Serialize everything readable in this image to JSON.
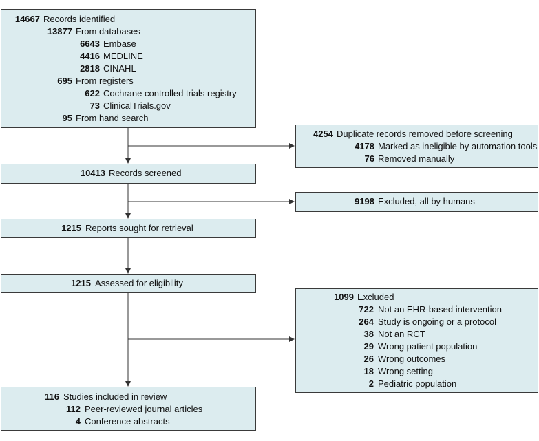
{
  "identified": {
    "rows": [
      {
        "num": "14667",
        "label": "Records identified"
      },
      {
        "num": "13877",
        "label": "From databases"
      },
      {
        "num": "6643",
        "label": "Embase"
      },
      {
        "num": "4416",
        "label": "MEDLINE"
      },
      {
        "num": "2818",
        "label": "CINAHL"
      },
      {
        "num": "695",
        "label": "From registers"
      },
      {
        "num": "622",
        "label": "Cochrane controlled trials registry"
      },
      {
        "num": "73",
        "label": "ClinicalTrials.gov"
      },
      {
        "num": "95",
        "label": "From hand search"
      }
    ]
  },
  "removed": {
    "rows": [
      {
        "num": "4254",
        "label": "Duplicate records removed before screening"
      },
      {
        "num": "4178",
        "label": "Marked as ineligible by automation tools"
      },
      {
        "num": "76",
        "label": "Removed manually"
      }
    ]
  },
  "screened": {
    "rows": [
      {
        "num": "10413",
        "label": "Records screened"
      }
    ]
  },
  "excluded_screening": {
    "rows": [
      {
        "num": "9198",
        "label": "Excluded, all by humans"
      }
    ]
  },
  "retrieval": {
    "rows": [
      {
        "num": "1215",
        "label": "Reports sought for retrieval"
      }
    ]
  },
  "eligibility": {
    "rows": [
      {
        "num": "1215",
        "label": "Assessed for eligibility"
      }
    ]
  },
  "excluded_eligibility": {
    "rows": [
      {
        "num": "1099",
        "label": "Excluded"
      },
      {
        "num": "722",
        "label": "Not an EHR-based intervention"
      },
      {
        "num": "264",
        "label": "Study is ongoing or a protocol"
      },
      {
        "num": "38",
        "label": "Not an RCT"
      },
      {
        "num": "29",
        "label": "Wrong patient population"
      },
      {
        "num": "26",
        "label": "Wrong outcomes"
      },
      {
        "num": "18",
        "label": "Wrong setting"
      },
      {
        "num": "2",
        "label": "Pediatric population"
      }
    ]
  },
  "included": {
    "rows": [
      {
        "num": "116",
        "label": "Studies included in review"
      },
      {
        "num": "112",
        "label": "Peer-reviewed journal articles"
      },
      {
        "num": "4",
        "label": "Conference abstracts"
      }
    ]
  },
  "colors": {
    "box_fill": "#dcecef",
    "border": "#3a3a3a",
    "arrow": "#333333"
  }
}
